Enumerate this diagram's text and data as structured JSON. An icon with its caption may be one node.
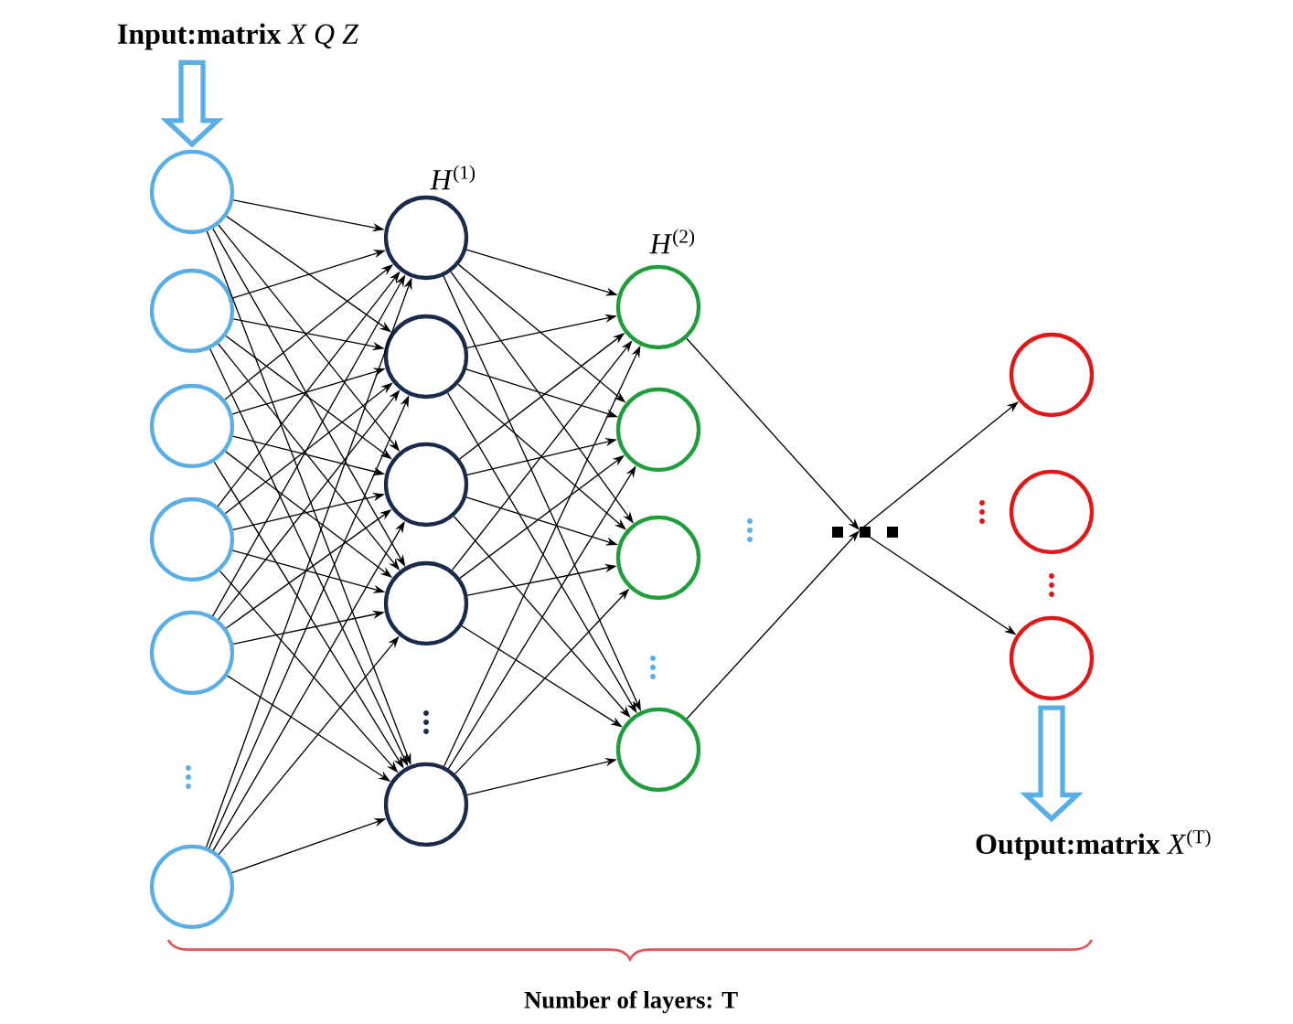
{
  "diagram": {
    "nodes": [
      {
        "text": [
          "**Input:matrix** *X Q Z*"
        ]
      },
      {
        "text": [],
        "shape": "circle"
      },
      {
        "text": [],
        "shape": "circle"
      },
      {
        "text": [],
        "shape": "circle"
      },
      {
        "text": [],
        "shape": "circle"
      },
      {
        "text": [],
        "shape": "circle"
      },
      {
        "text": [],
        "shape": "circle"
      },
      {
        "text": [],
        "shape": "circle"
      },
      {
        "text": [],
        "shape": "circle"
      },
      {
        "text": [],
        "shape": "circle"
      },
      {
        "text": [],
        "shape": "circle"
      },
      {
        "text": [],
        "shape": "circle"
      },
      {
        "text": [],
        "shape": "circle"
      },
      {
        "text": [],
        "shape": "circle"
      },
      {
        "text": [],
        "shape": "circle"
      },
      {
        "text": [],
        "shape": "circle"
      },
      {
        "text": [],
        "shape": "circle"
      },
      {
        "text": [],
        "shape": "circle"
      },
      {
        "text": [],
        "shape": "circle"
      },
      {
        "text": [
          "**Output:matrix** *X*$^{(T)}$"
        ]
      }
    ],
    "edges": [
      {
        "from": 0,
        "to": 1,
        "arrow": "to",
        "style": "thick",
        "color": "#5aaee6"
      },
      {
        "from": 1,
        "to": 7,
        "arrow": "to"
      },
      {
        "from": 1,
        "to": 8,
        "arrow": "to"
      },
      {
        "from": 1,
        "to": 9,
        "arrow": "to"
      },
      {
        "from": 1,
        "to": 10,
        "arrow": "to"
      },
      {
        "from": 1,
        "to": 11,
        "arrow": "to"
      },
      {
        "from": 2,
        "to": 7,
        "arrow": "to"
      },
      {
        "from": 2,
        "to": 8,
        "arrow": "to"
      },
      {
        "from": 2,
        "to": 9,
        "arrow": "to"
      },
      {
        "from": 2,
        "to": 10,
        "arrow": "to"
      },
      {
        "from": 2,
        "to": 11,
        "arrow": "to"
      },
      {
        "from": 3,
        "to": 7,
        "arrow": "to"
      },
      {
        "from": 3,
        "to": 8,
        "arrow": "to"
      },
      {
        "from": 3,
        "to": 9,
        "arrow": "to"
      },
      {
        "from": 3,
        "to": 10,
        "arrow": "to"
      },
      {
        "from": 3,
        "to": 11,
        "arrow": "to"
      },
      {
        "from": 4,
        "to": 7,
        "arrow": "to"
      },
      {
        "from": 4,
        "to": 8,
        "arrow": "to"
      },
      {
        "from": 4,
        "to": 9,
        "arrow": "to"
      },
      {
        "from": 4,
        "to": 10,
        "arrow": "to"
      },
      {
        "from": 4,
        "to": 11,
        "arrow": "to"
      },
      {
        "from": 5,
        "to": 7,
        "arrow": "to"
      },
      {
        "from": 5,
        "to": 8,
        "arrow": "to"
      },
      {
        "from": 5,
        "to": 9,
        "arrow": "to"
      },
      {
        "from": 5,
        "to": 10,
        "arrow": "to"
      },
      {
        "from": 5,
        "to": 11,
        "arrow": "to"
      },
      {
        "from": 6,
        "to": 7,
        "arrow": "to"
      },
      {
        "from": 6,
        "to": 8,
        "arrow": "to"
      },
      {
        "from": 6,
        "to": 9,
        "arrow": "to"
      },
      {
        "from": 6,
        "to": 10,
        "arrow": "to"
      },
      {
        "from": 6,
        "to": 11,
        "arrow": "to"
      },
      {
        "from": 7,
        "to": 12,
        "arrow": "to"
      },
      {
        "from": 7,
        "to": 13,
        "arrow": "to"
      },
      {
        "from": 7,
        "to": 14,
        "arrow": "to"
      },
      {
        "from": 7,
        "to": 15,
        "arrow": "to"
      },
      {
        "from": 8,
        "to": 12,
        "arrow": "to"
      },
      {
        "from": 8,
        "to": 13,
        "arrow": "to"
      },
      {
        "from": 8,
        "to": 14,
        "arrow": "to"
      },
      {
        "from": 8,
        "to": 15,
        "arrow": "to"
      },
      {
        "from": 9,
        "to": 12,
        "arrow": "to"
      },
      {
        "from": 9,
        "to": 13,
        "arrow": "to"
      },
      {
        "from": 9,
        "to": 14,
        "arrow": "to"
      },
      {
        "from": 9,
        "to": 15,
        "arrow": "to"
      },
      {
        "from": 10,
        "to": 12,
        "arrow": "to"
      },
      {
        "from": 10,
        "to": 13,
        "arrow": "to"
      },
      {
        "from": 10,
        "to": 14,
        "arrow": "to"
      },
      {
        "from": 10,
        "to": 15,
        "arrow": "to"
      },
      {
        "from": 11,
        "to": 12,
        "arrow": "to"
      },
      {
        "from": 11,
        "to": 13,
        "arrow": "to"
      },
      {
        "from": 11,
        "to": 14,
        "arrow": "to"
      },
      {
        "from": 11,
        "to": 15,
        "arrow": "to"
      },
      {
        "from": 12,
        "to": null,
        "arrow": "to"
      },
      {
        "from": 15,
        "to": null,
        "arrow": "to"
      },
      {
        "from": null,
        "to": 16,
        "arrow": "to"
      },
      {
        "from": null,
        "to": 18,
        "arrow": "to"
      },
      {
        "from": 18,
        "to": 19,
        "arrow": "to",
        "style": "thick",
        "color": "#5aaee6"
      }
    ],
    "labels": [
      "*H*$^{(1)}$",
      "*H*$^{(2)}$",
      "Number of layers: T"
    ]
  }
}
